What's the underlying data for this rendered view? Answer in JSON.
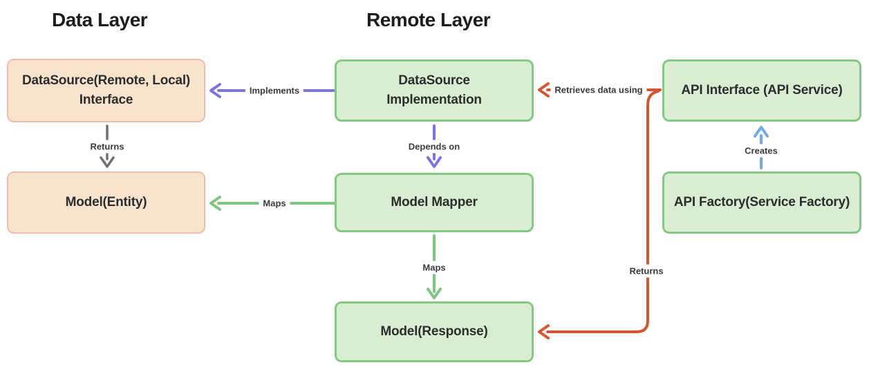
{
  "headings": {
    "data_layer": "Data Layer",
    "remote_layer": "Remote Layer"
  },
  "boxes": [
    {
      "id": "datasource-interface",
      "label": "DataSource(Remote, Local)\nInterface",
      "layer": "data",
      "style": "peach"
    },
    {
      "id": "model-entity",
      "label": "Model(Entity)",
      "layer": "data",
      "style": "peach"
    },
    {
      "id": "datasource-implementation",
      "label": "DataSource\nImplementation",
      "layer": "remote",
      "style": "green"
    },
    {
      "id": "model-mapper",
      "label": "Model Mapper",
      "layer": "remote",
      "style": "green"
    },
    {
      "id": "model-response",
      "label": "Model(Response)",
      "layer": "remote",
      "style": "green"
    },
    {
      "id": "api-interface",
      "label": "API Interface (API Service)",
      "layer": "remote",
      "style": "green"
    },
    {
      "id": "api-factory",
      "label": "API Factory(Service Factory)",
      "layer": "remote",
      "style": "green"
    }
  ],
  "edges": [
    {
      "id": "implements",
      "label": "Implements",
      "from": "datasource-implementation",
      "to": "datasource-interface",
      "color": "#7b74e8"
    },
    {
      "id": "returns-entity",
      "label": "Returns",
      "from": "datasource-interface",
      "to": "model-entity",
      "color": "#707070"
    },
    {
      "id": "depends-on",
      "label": "Depends on",
      "from": "datasource-implementation",
      "to": "model-mapper",
      "color": "#7b74e8"
    },
    {
      "id": "maps-entity",
      "label": "Maps",
      "from": "model-mapper",
      "to": "model-entity",
      "color": "#7dc87e"
    },
    {
      "id": "maps-response",
      "label": "Maps",
      "from": "model-mapper",
      "to": "model-response",
      "color": "#7dc87e"
    },
    {
      "id": "creates",
      "label": "Creates",
      "from": "api-factory",
      "to": "api-interface",
      "color": "#6fa9f3"
    },
    {
      "id": "retrieves-data-using",
      "label": "Retrieves data using",
      "from": "api-interface",
      "to": "datasource-implementation",
      "color": "#d4552e"
    },
    {
      "id": "returns-response",
      "label": "Returns",
      "from": "api-interface",
      "to": "model-response",
      "color": "#d4552e"
    }
  ],
  "colors": {
    "background": "#ffffff",
    "peach_fill": "#f8e3cc",
    "peach_border": "#f0bcae",
    "green_fill": "#d9edd2",
    "green_border": "#83c883",
    "arrow_purple": "#7b74e8",
    "arrow_gray": "#707070",
    "arrow_green": "#7dc87e",
    "arrow_blue": "#6fa9f3",
    "arrow_red": "#d4552e",
    "heading_text": "#1d1d1f",
    "node_text": "#2b2d2e"
  }
}
